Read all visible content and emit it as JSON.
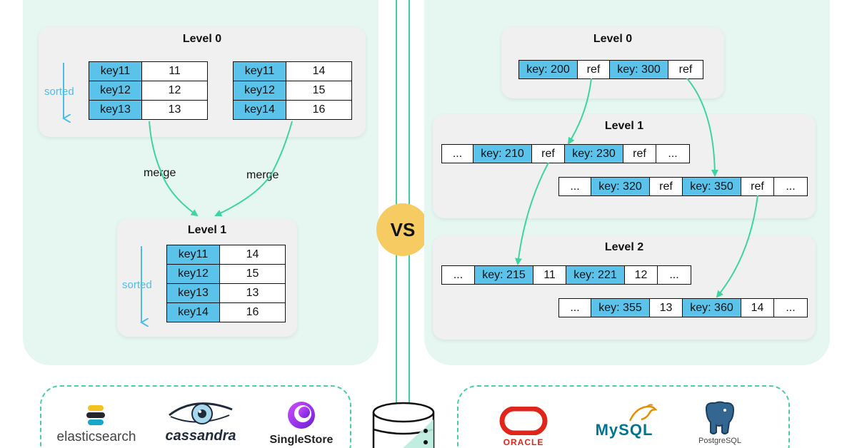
{
  "colors": {
    "key_fill": "#5bc3ea",
    "arrow_green": "#3fd3a3",
    "sorted_blue": "#4ebde6",
    "vs_yellow": "#f6cb62",
    "panel_mint": "#e6f7f1"
  },
  "left": {
    "level0": {
      "title": "Level 0",
      "sorted_label": "sorted",
      "table_a": [
        {
          "key": "key11",
          "value": "11"
        },
        {
          "key": "key12",
          "value": "12"
        },
        {
          "key": "key13",
          "value": "13"
        }
      ],
      "table_b": [
        {
          "key": "key11",
          "value": "14"
        },
        {
          "key": "key12",
          "value": "15"
        },
        {
          "key": "key14",
          "value": "16"
        }
      ]
    },
    "merge_label_left": "merge",
    "merge_label_right": "merge",
    "level1": {
      "title": "Level 1",
      "sorted_label": "sorted",
      "table": [
        {
          "key": "key11",
          "value": "14"
        },
        {
          "key": "key12",
          "value": "15"
        },
        {
          "key": "key13",
          "value": "13"
        },
        {
          "key": "key14",
          "value": "16"
        }
      ]
    },
    "logos": {
      "elasticsearch": "elasticsearch",
      "cassandra": "cassandra",
      "singlestore": "SingleStore"
    }
  },
  "vs_label": "VS",
  "right": {
    "level0": {
      "title": "Level 0",
      "cells": [
        "key: 200",
        "ref",
        "key: 300",
        "ref"
      ]
    },
    "level1": {
      "title": "Level 1",
      "row_a": [
        "...",
        "key: 210",
        "ref",
        "key: 230",
        "ref",
        "..."
      ],
      "row_b": [
        "...",
        "key: 320",
        "ref",
        "key: 350",
        "ref",
        "..."
      ]
    },
    "level2": {
      "title": "Level 2",
      "row_a": [
        "...",
        "key: 215",
        "11",
        "key: 221",
        "12",
        "..."
      ],
      "row_b": [
        "...",
        "key: 355",
        "13",
        "key: 360",
        "14",
        "..."
      ]
    },
    "logos": {
      "oracle": "ORACLE",
      "mysql": "MySQL",
      "postgres": "PostgreSQL"
    }
  }
}
